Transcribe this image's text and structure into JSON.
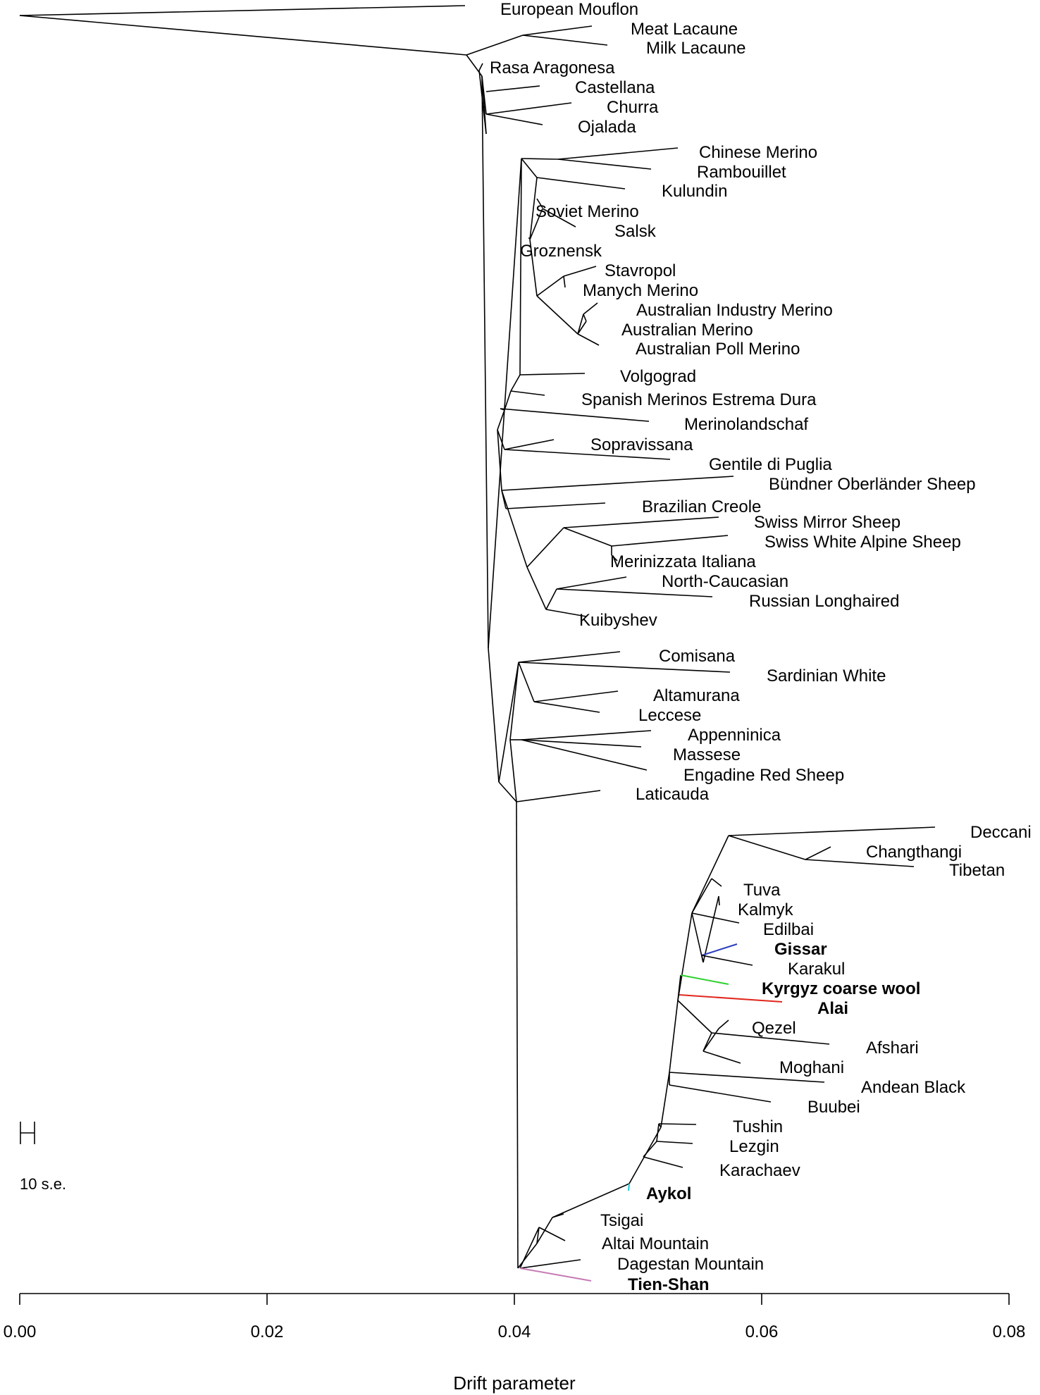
{
  "tree": {
    "leaves": [
      {
        "name": "European Mouflon",
        "drift": 0.0361,
        "bold": false,
        "color": "#000000"
      },
      {
        "name": "Meat Lacaune",
        "drift": 0.0462,
        "bold": false,
        "color": "#000000"
      },
      {
        "name": "Milk Lacaune",
        "drift": 0.0477,
        "bold": false,
        "color": "#000000"
      },
      {
        "name": "Rasa Aragonesa",
        "drift": 0.0378,
        "bold": false,
        "color": "#000000"
      },
      {
        "name": "Castellana",
        "drift": 0.0421,
        "bold": false,
        "color": "#000000"
      },
      {
        "name": "Churra",
        "drift": 0.0447,
        "bold": false,
        "color": "#000000"
      },
      {
        "name": "Ojalada",
        "drift": 0.0424,
        "bold": false,
        "color": "#000000"
      },
      {
        "name": "Chinese Merino",
        "drift": 0.0531,
        "bold": false,
        "color": "#000000"
      },
      {
        "name": "Rambouillet",
        "drift": 0.0511,
        "bold": false,
        "color": "#000000"
      },
      {
        "name": "Kulundin",
        "drift": 0.049,
        "bold": false,
        "color": "#000000"
      },
      {
        "name": "Soviet Merino",
        "drift": 0.0426,
        "bold": false,
        "color": "#000000"
      },
      {
        "name": "Salsk",
        "drift": 0.0451,
        "bold": false,
        "color": "#000000"
      },
      {
        "name": "Groznensk",
        "drift": 0.0417,
        "bold": false,
        "color": "#000000"
      },
      {
        "name": "Stavropol",
        "drift": 0.0467,
        "bold": false,
        "color": "#000000"
      },
      {
        "name": "Manych Merino",
        "drift": 0.0442,
        "bold": false,
        "color": "#000000"
      },
      {
        "name": "Australian Industry Merino",
        "drift": 0.0468,
        "bold": false,
        "color": "#000000"
      },
      {
        "name": "Australian  Merino",
        "drift": 0.046,
        "bold": false,
        "color": "#000000"
      },
      {
        "name": "Australian Poll Merino",
        "drift": 0.0469,
        "bold": false,
        "color": "#000000"
      },
      {
        "name": "Volgograd",
        "drift": 0.0458,
        "bold": false,
        "color": "#000000"
      },
      {
        "name": "Spanish Merinos Estrema Dura",
        "drift": 0.0428,
        "bold": false,
        "color": "#000000"
      },
      {
        "name": "Merinolandschaf",
        "drift": 0.051,
        "bold": false,
        "color": "#000000"
      },
      {
        "name": "Sopravissana",
        "drift": 0.0433,
        "bold": false,
        "color": "#000000"
      },
      {
        "name": "Gentile di Puglia",
        "drift": 0.0527,
        "bold": false,
        "color": "#000000"
      },
      {
        "name": "Bündner Oberländer Sheep",
        "drift": 0.0578,
        "bold": false,
        "color": "#000000"
      },
      {
        "name": "Brazilian Creole",
        "drift": 0.0475,
        "bold": false,
        "color": "#000000"
      },
      {
        "name": "Swiss Mirror Sheep",
        "drift": 0.0563,
        "bold": false,
        "color": "#000000"
      },
      {
        "name": "Swiss White Alpine Sheep",
        "drift": 0.0572,
        "bold": false,
        "color": "#000000"
      },
      {
        "name": "Merinizzata Italiana",
        "drift": 0.048,
        "bold": false,
        "color": "#000000"
      },
      {
        "name": "North-Caucasian",
        "drift": 0.0492,
        "bold": false,
        "color": "#000000"
      },
      {
        "name": "Russian Longhaired",
        "drift": 0.0559,
        "bold": false,
        "color": "#000000"
      },
      {
        "name": "Kuibyshev",
        "drift": 0.0458,
        "bold": false,
        "color": "#000000"
      },
      {
        "name": "Comisana",
        "drift": 0.0487,
        "bold": false,
        "color": "#000000"
      },
      {
        "name": "Sardinian White",
        "drift": 0.0573,
        "bold": false,
        "color": "#000000"
      },
      {
        "name": "Altamurana",
        "drift": 0.0485,
        "bold": false,
        "color": "#000000"
      },
      {
        "name": "Leccese",
        "drift": 0.0469,
        "bold": false,
        "color": "#000000"
      },
      {
        "name": "Appenninica",
        "drift": 0.0511,
        "bold": false,
        "color": "#000000"
      },
      {
        "name": "Massese",
        "drift": 0.0502,
        "bold": false,
        "color": "#000000"
      },
      {
        "name": "Engadine Red Sheep",
        "drift": 0.0506,
        "bold": false,
        "color": "#000000"
      },
      {
        "name": "Laticauda",
        "drift": 0.0469,
        "bold": false,
        "color": "#000000"
      },
      {
        "name": "Deccani",
        "drift": 0.0738,
        "bold": false,
        "color": "#000000"
      },
      {
        "name": "Changthangi",
        "drift": 0.0657,
        "bold": false,
        "color": "#000000"
      },
      {
        "name": "Tibetan",
        "drift": 0.0722,
        "bold": false,
        "color": "#000000"
      },
      {
        "name": "Tuva",
        "drift": 0.0568,
        "bold": false,
        "color": "#000000"
      },
      {
        "name": "Kalmyk",
        "drift": 0.0564,
        "bold": false,
        "color": "#000000"
      },
      {
        "name": "Edilbai",
        "drift": 0.058,
        "bold": false,
        "color": "#000000"
      },
      {
        "name": "Gissar",
        "drift": 0.0581,
        "bold": true,
        "color": "#2b3fbf"
      },
      {
        "name": "Karakul",
        "drift": 0.0585,
        "bold": false,
        "color": "#000000"
      },
      {
        "name": "Kyrgyz coarse wool",
        "drift": 0.0572,
        "bold": true,
        "color": "#2fd12f"
      },
      {
        "name": "Alai",
        "drift": 0.0616,
        "bold": true,
        "color": "#e0281e"
      },
      {
        "name": "Qezel",
        "drift": 0.0575,
        "bold": false,
        "color": "#000000"
      },
      {
        "name": "Afshari",
        "drift": 0.0653,
        "bold": false,
        "color": "#000000"
      },
      {
        "name": "Moghani",
        "drift": 0.0583,
        "bold": false,
        "color": "#000000"
      },
      {
        "name": "Andean Black",
        "drift": 0.065,
        "bold": false,
        "color": "#000000"
      },
      {
        "name": "Buubei",
        "drift": 0.0608,
        "bold": false,
        "color": "#000000"
      },
      {
        "name": "Tushin",
        "drift": 0.0546,
        "bold": false,
        "color": "#000000"
      },
      {
        "name": "Lezgin",
        "drift": 0.0545,
        "bold": false,
        "color": "#000000"
      },
      {
        "name": "Karachaev",
        "drift": 0.0535,
        "bold": false,
        "color": "#000000"
      },
      {
        "name": "Aykol",
        "drift": 0.0497,
        "bold": true,
        "color": "#19c9d8"
      },
      {
        "name": "Tsigai",
        "drift": 0.0442,
        "bold": false,
        "color": "#000000"
      },
      {
        "name": "Altai Mountain",
        "drift": 0.0441,
        "bold": false,
        "color": "#000000"
      },
      {
        "name": "Dagestan Mountain",
        "drift": 0.0454,
        "bold": false,
        "color": "#000000"
      },
      {
        "name": "Tien-Shan",
        "drift": 0.0461,
        "bold": true,
        "color": "#c67ab4"
      }
    ],
    "scale_bar": {
      "label": "10 s.e."
    }
  },
  "axis": {
    "title": "Drift parameter",
    "range": [
      0.0,
      0.08
    ],
    "ticks": [
      "0.00",
      "0.02",
      "0.04",
      "0.06",
      "0.08"
    ]
  }
}
